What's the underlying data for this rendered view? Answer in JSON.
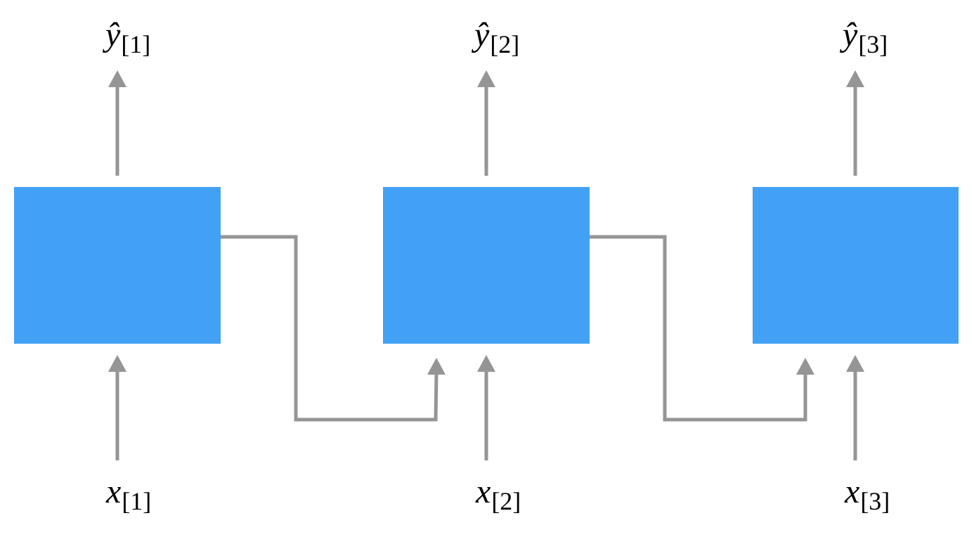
{
  "colors": {
    "cell": "#42a1f5",
    "arrow": "#959595"
  },
  "cells": [
    {
      "output": {
        "symbol": "ŷ",
        "subscript": "[1]"
      },
      "input": {
        "symbol": "x",
        "subscript": "[1]"
      }
    },
    {
      "output": {
        "symbol": "ŷ",
        "subscript": "[2]"
      },
      "input": {
        "symbol": "x",
        "subscript": "[2]"
      }
    },
    {
      "output": {
        "symbol": "ŷ",
        "subscript": "[3]"
      },
      "input": {
        "symbol": "x",
        "subscript": "[3]"
      }
    }
  ]
}
